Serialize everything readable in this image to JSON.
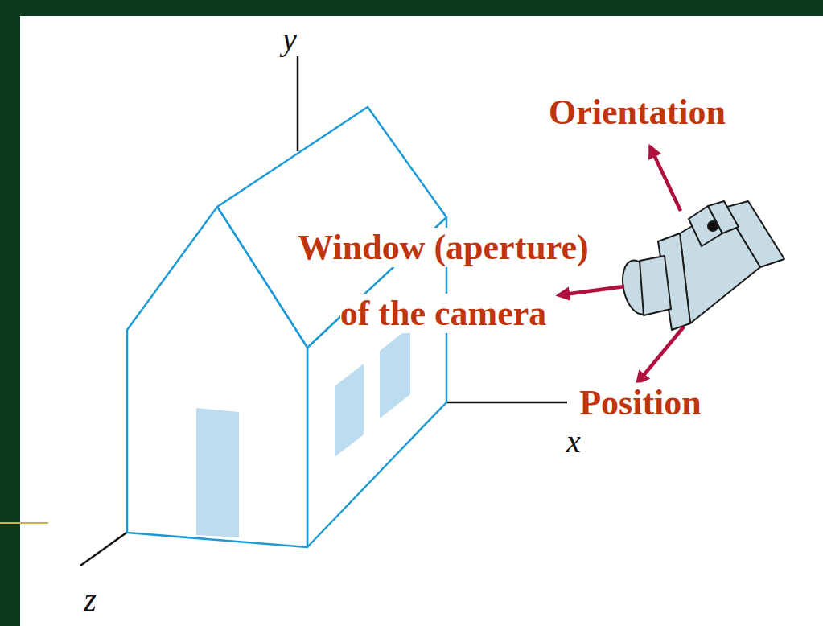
{
  "diagram": {
    "labels": [
      "y",
      "x",
      "z",
      "Orientation",
      "Window (aperture) of the camera",
      "Position"
    ]
  }
}
